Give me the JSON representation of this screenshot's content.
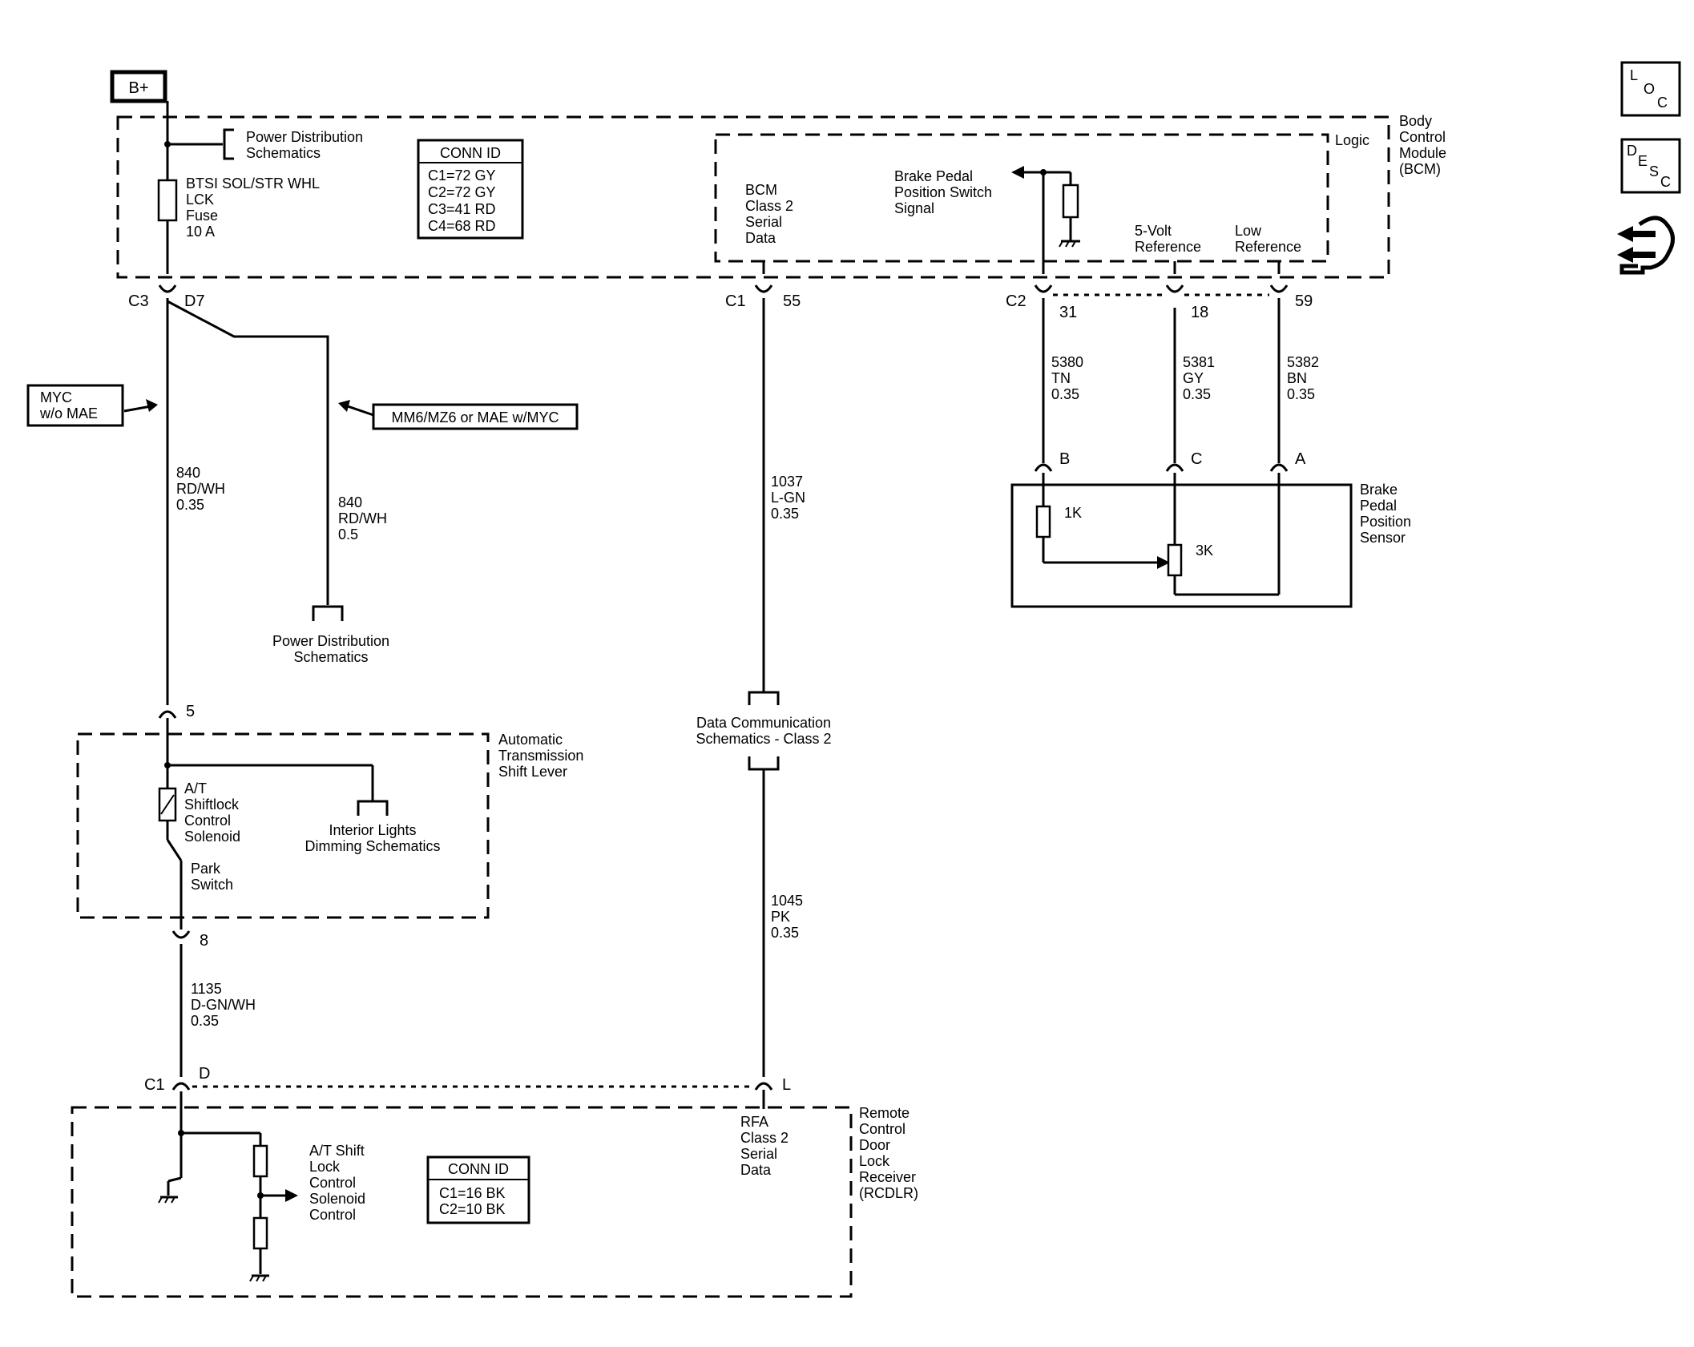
{
  "battery": "B+",
  "bcm": {
    "name": [
      "Body",
      "Control",
      "Module",
      "(BCM)"
    ],
    "power_dist": [
      "Power Distribution",
      "Schematics"
    ],
    "fuse": [
      "BTSI SOL/STR WHL",
      "LCK",
      "Fuse",
      "10 A"
    ],
    "conn_id_title": "CONN ID",
    "conn_ids": [
      "C1=72 GY",
      "C2=72 GY",
      "C3=41 RD",
      "C4=68 RD"
    ],
    "logic": "Logic",
    "serial": [
      "BCM",
      "Class 2",
      "Serial",
      "Data"
    ],
    "brake_signal": [
      "Brake Pedal",
      "Position Switch",
      "Signal"
    ],
    "five_volt": [
      "5-Volt",
      "Reference"
    ],
    "low_ref": [
      "Low",
      "Reference"
    ]
  },
  "connectors": {
    "c3": "C3",
    "d7": "D7",
    "c1": "C1",
    "p55": "55",
    "c2": "C2",
    "p31": "31",
    "p18": "18",
    "p59": "59",
    "p5": "5",
    "p8": "8",
    "c1b": "C1",
    "pd": "D",
    "pl": "L",
    "pb": "B",
    "pc": "C",
    "pa": "A"
  },
  "wires": {
    "w840a": [
      "840",
      "RD/WH",
      "0.35"
    ],
    "w840b": [
      "840",
      "RD/WH",
      "0.5"
    ],
    "w1037": [
      "1037",
      "L-GN",
      "0.35"
    ],
    "w1045": [
      "1045",
      "PK",
      "0.35"
    ],
    "w1135": [
      "1135",
      "D-GN/WH",
      "0.35"
    ],
    "w5380": [
      "5380",
      "TN",
      "0.35"
    ],
    "w5381": [
      "5381",
      "GY",
      "0.35"
    ],
    "w5382": [
      "5382",
      "BN",
      "0.35"
    ]
  },
  "options": {
    "myc": [
      "MYC",
      "w/o MAE"
    ],
    "mm6": "MM6/MZ6 or MAE w/MYC"
  },
  "power_dist_bottom": [
    "Power Distribution",
    "Schematics"
  ],
  "data_comm": [
    "Data Communication",
    "Schematics - Class 2"
  ],
  "shift_lever": {
    "name": [
      "Automatic",
      "Transmission",
      "Shift Lever"
    ],
    "solenoid": [
      "A/T",
      "Shiftlock",
      "Control",
      "Solenoid"
    ],
    "park": [
      "Park",
      "Switch"
    ],
    "interior": [
      "Interior Lights",
      "Dimming Schematics"
    ]
  },
  "sensor": {
    "name": [
      "Brake",
      "Pedal",
      "Position",
      "Sensor"
    ],
    "r1": "1K",
    "r2": "3K"
  },
  "rcdlr": {
    "name": [
      "Remote",
      "Control",
      "Door",
      "Lock",
      "Receiver",
      "(RCDLR)"
    ],
    "shift_ctrl": [
      "A/T Shift",
      "Lock",
      "Control",
      "Solenoid",
      "Control"
    ],
    "rfa": [
      "RFA",
      "Class 2",
      "Serial",
      "Data"
    ],
    "conn_id_title": "CONN ID",
    "conn_ids": [
      "C1=16 BK",
      "C2=10 BK"
    ]
  },
  "side_icons": {
    "loc": [
      "L",
      "O",
      "C"
    ],
    "desc": [
      "D",
      "E",
      "S",
      "C"
    ],
    "nav_icon": "hand-pointer-icon"
  }
}
